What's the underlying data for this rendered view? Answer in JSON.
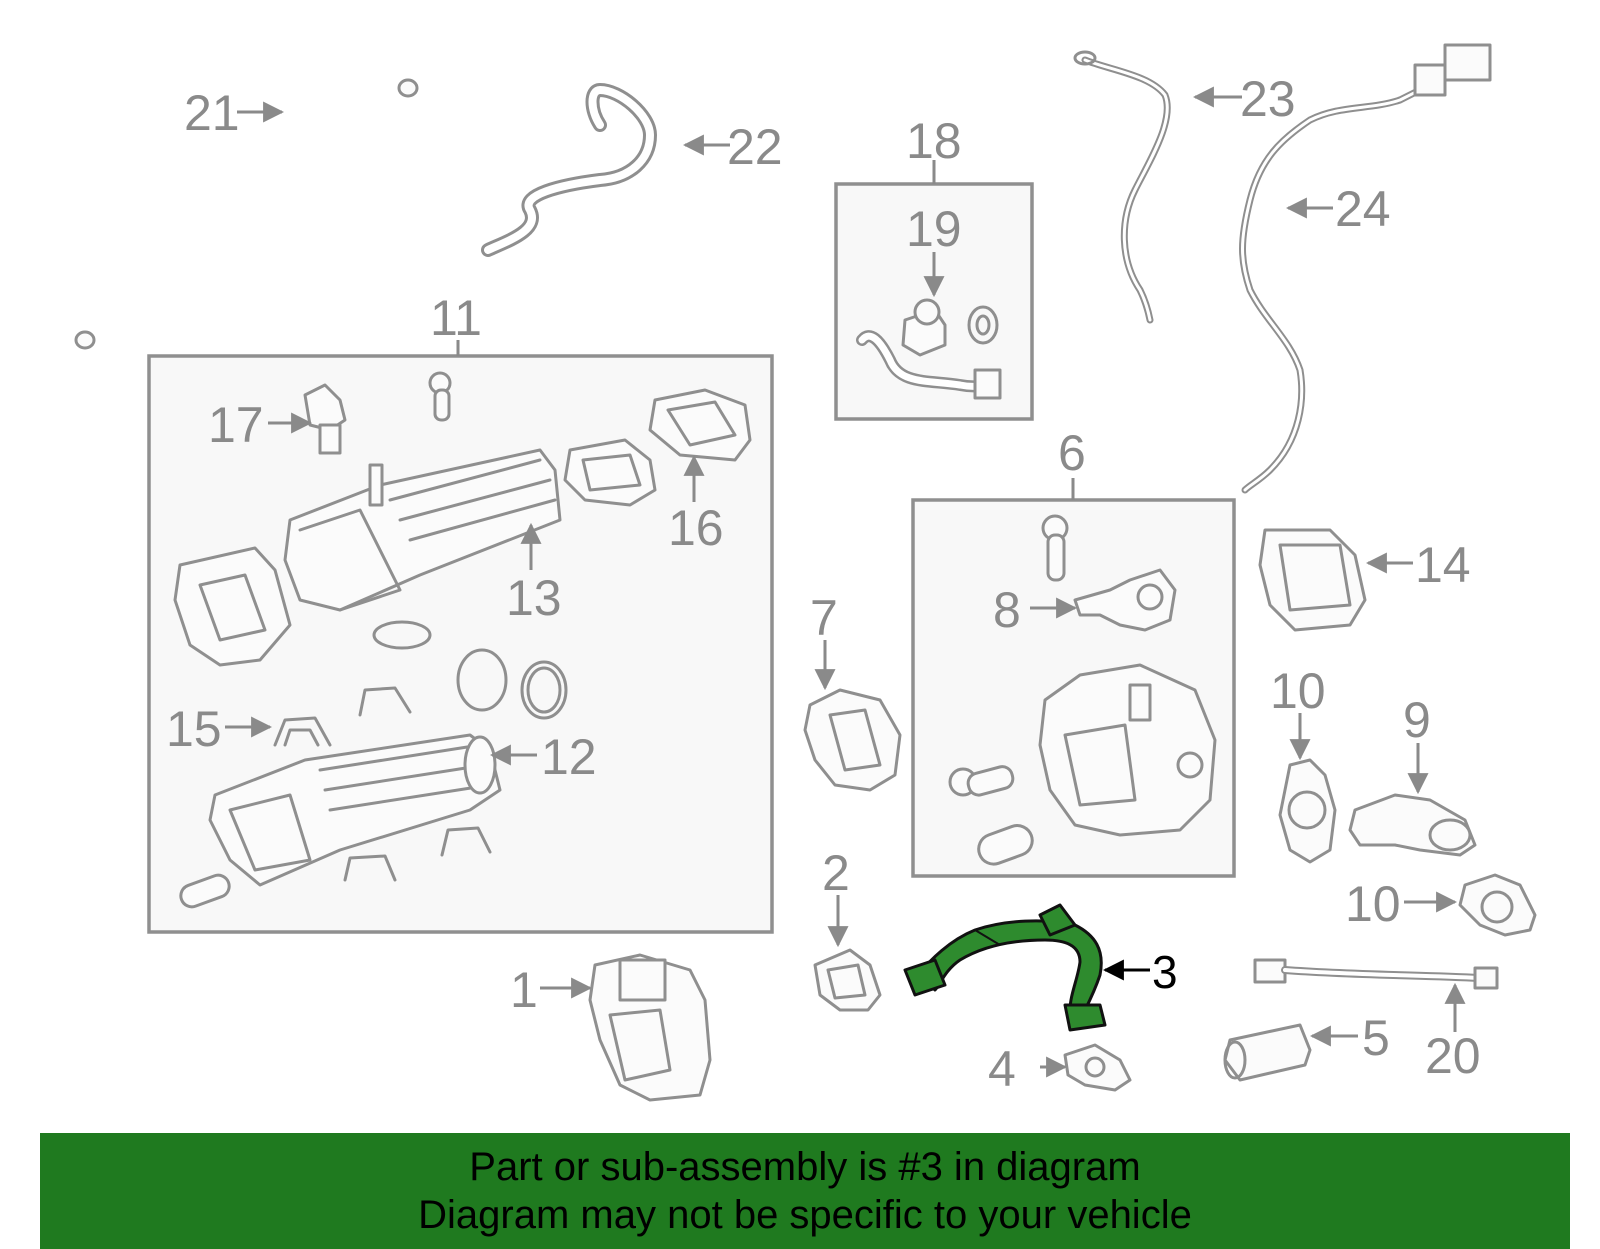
{
  "callouts": {
    "c1": "1",
    "c2": "2",
    "c3": "3",
    "c4": "4",
    "c5": "5",
    "c6": "6",
    "c7": "7",
    "c8": "8",
    "c9": "9",
    "c10a": "10",
    "c10b": "10",
    "c11": "11",
    "c12": "12",
    "c13": "13",
    "c14": "14",
    "c15": "15",
    "c16": "16",
    "c17": "17",
    "c18": "18",
    "c19": "19",
    "c20": "20",
    "c21": "21",
    "c22": "22",
    "c23": "23",
    "c24": "24"
  },
  "banner": {
    "line1": "Part or sub-assembly is #3 in diagram",
    "line2": "Diagram may not be specific to your vehicle"
  },
  "colors": {
    "highlight": "#2e8b2e",
    "banner": "#1f7a1f",
    "line_art": "#8f8f8f"
  }
}
